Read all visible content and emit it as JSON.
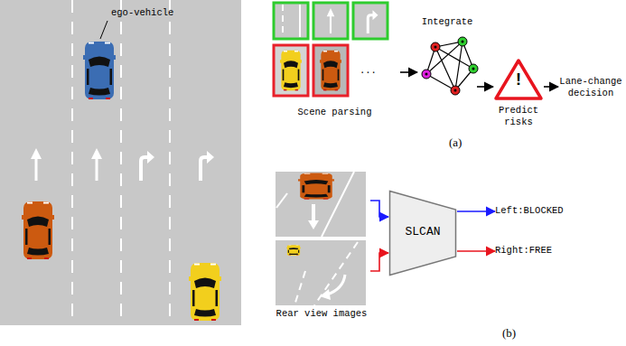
{
  "diagram": {
    "nodes": [
      {
        "text": [
          "Scene parsing"
        ]
      },
      {
        "text": [
          "Integrate"
        ]
      },
      {
        "text": [
          "!",
          "Predict risks"
        ]
      },
      {
        "text": [
          "Lane-change decision"
        ]
      },
      {
        "text": [
          "Rear view images"
        ]
      },
      {
        "text": [
          "SLCAN"
        ]
      },
      {
        "text": [
          "Left:BLOCKED"
        ]
      },
      {
        "text": [
          "Right:FREE"
        ]
      }
    ],
    "edges": [
      {
        "from": 0,
        "to": 1,
        "arrow": "to"
      },
      {
        "from": 1,
        "to": 2,
        "arrow": "to"
      },
      {
        "from": 2,
        "to": 3,
        "arrow": "to"
      },
      {
        "from": 4,
        "to": 5,
        "arrow": "to"
      },
      {
        "from": 4,
        "to": 5,
        "arrow": "to"
      },
      {
        "from": 5,
        "to": 6,
        "arrow": "to"
      },
      {
        "from": 5,
        "to": 7,
        "arrow": "to"
      }
    ],
    "labels": [
      "ego-vehicle",
      "...",
      "(a)",
      "(b)"
    ]
  }
}
